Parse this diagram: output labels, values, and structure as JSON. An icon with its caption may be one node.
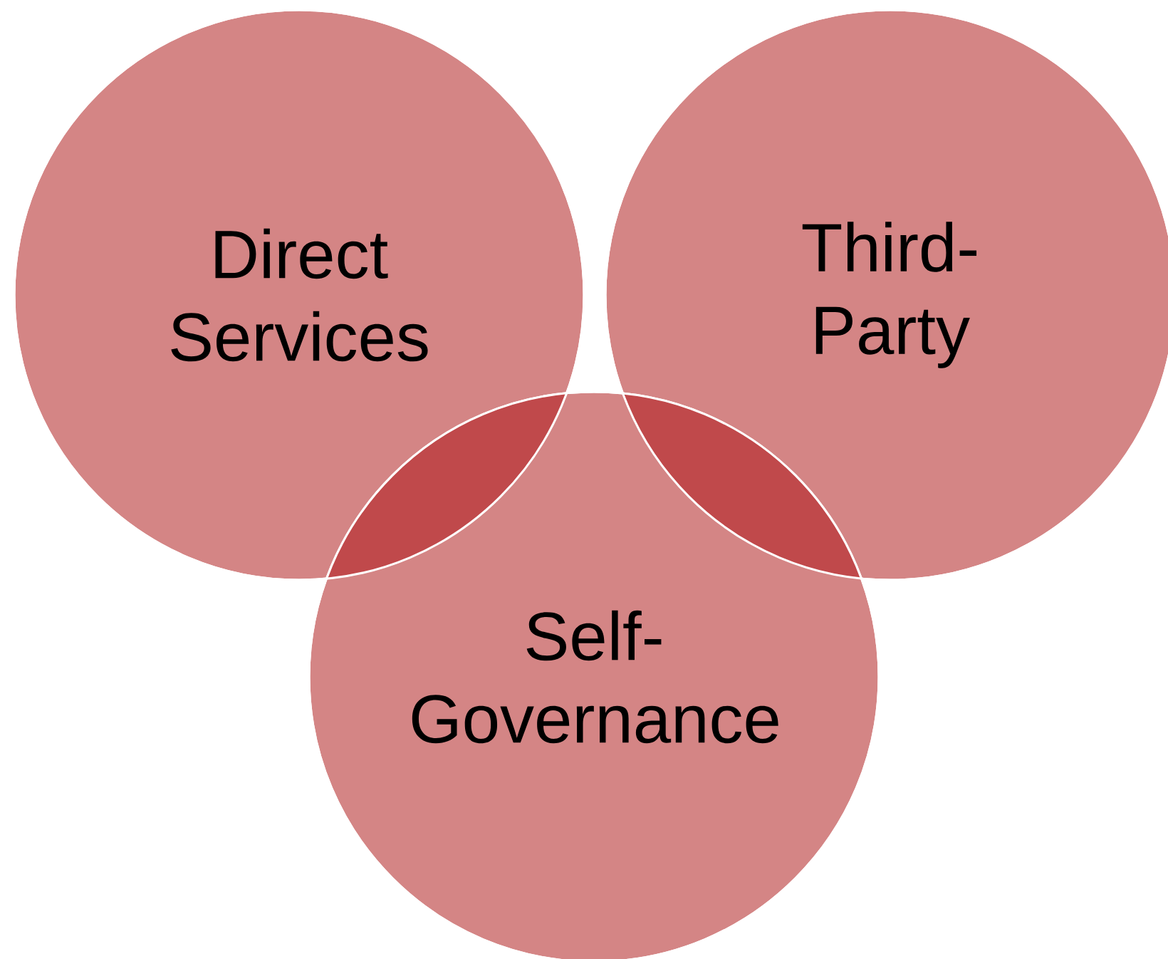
{
  "diagram": {
    "nodes": [
      {
        "text": [
          "Direct Services"
        ]
      },
      {
        "text": [
          "Third-Party"
        ]
      },
      {
        "text": [
          "Self-Governance"
        ]
      }
    ]
  }
}
